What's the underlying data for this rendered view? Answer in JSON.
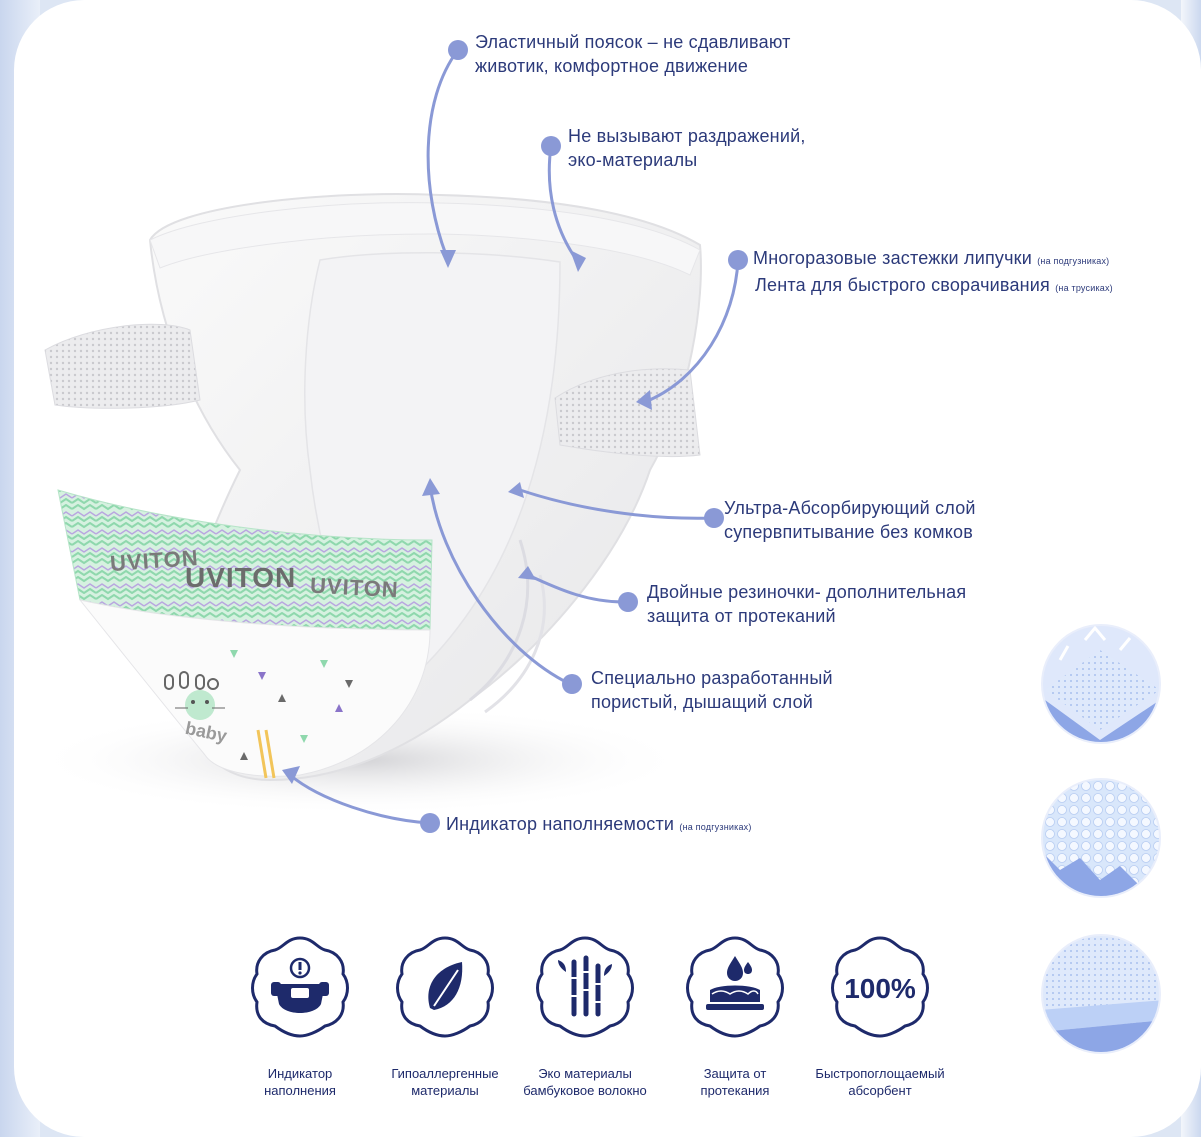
{
  "brand": {
    "logo_big": "UVITON",
    "logo_small_left": "UVITON",
    "logo_small_right": "UVITON",
    "baby": "baby"
  },
  "callouts": {
    "waist_line1": "Эластичный поясок – не сдавливают",
    "waist_line2": "животик, комфортное движение",
    "eco_line1": "Не вызывают раздражений,",
    "eco_line2": "эко-материалы",
    "fasteners_line1": "Многоразовые застежки липучки",
    "fasteners_note1": "(на подгузниках)",
    "fasteners_line2": "Лента для быстрого сворачивания",
    "fasteners_note2": "(на трусиках)",
    "absorb_line1": "Ультра-Абсорбирующий слой",
    "absorb_line2": "супервпитывание без комков",
    "cuffs_line1": "Двойные резиночки- дополнительная",
    "cuffs_line2": "защита от протеканий",
    "porous_line1": "Специально разработанный",
    "porous_line2": "пористый, дышащий слой",
    "indicator_line": "Индикатор наполняемости",
    "indicator_note": "(на подгузниках)"
  },
  "features": [
    {
      "icon": "diaper-indicator-icon",
      "label": "Индикатор\nнаполнения"
    },
    {
      "icon": "leaf-icon",
      "label": "Гипоаллергенные\nматериалы"
    },
    {
      "icon": "bamboo-icon",
      "label": "Эко материалы\nбамбуковое волокно"
    },
    {
      "icon": "leak-protection-icon",
      "label": "Защита от\nпротекания"
    },
    {
      "icon": "percent-icon",
      "label": "Быстропоглощаемый\nабсорбент",
      "badge": "100%"
    }
  ],
  "colors": {
    "accent": "#8a99d6",
    "text": "#2c3a7a",
    "green": "#8fd8ad",
    "layer_blue": "#b9c7ee"
  }
}
